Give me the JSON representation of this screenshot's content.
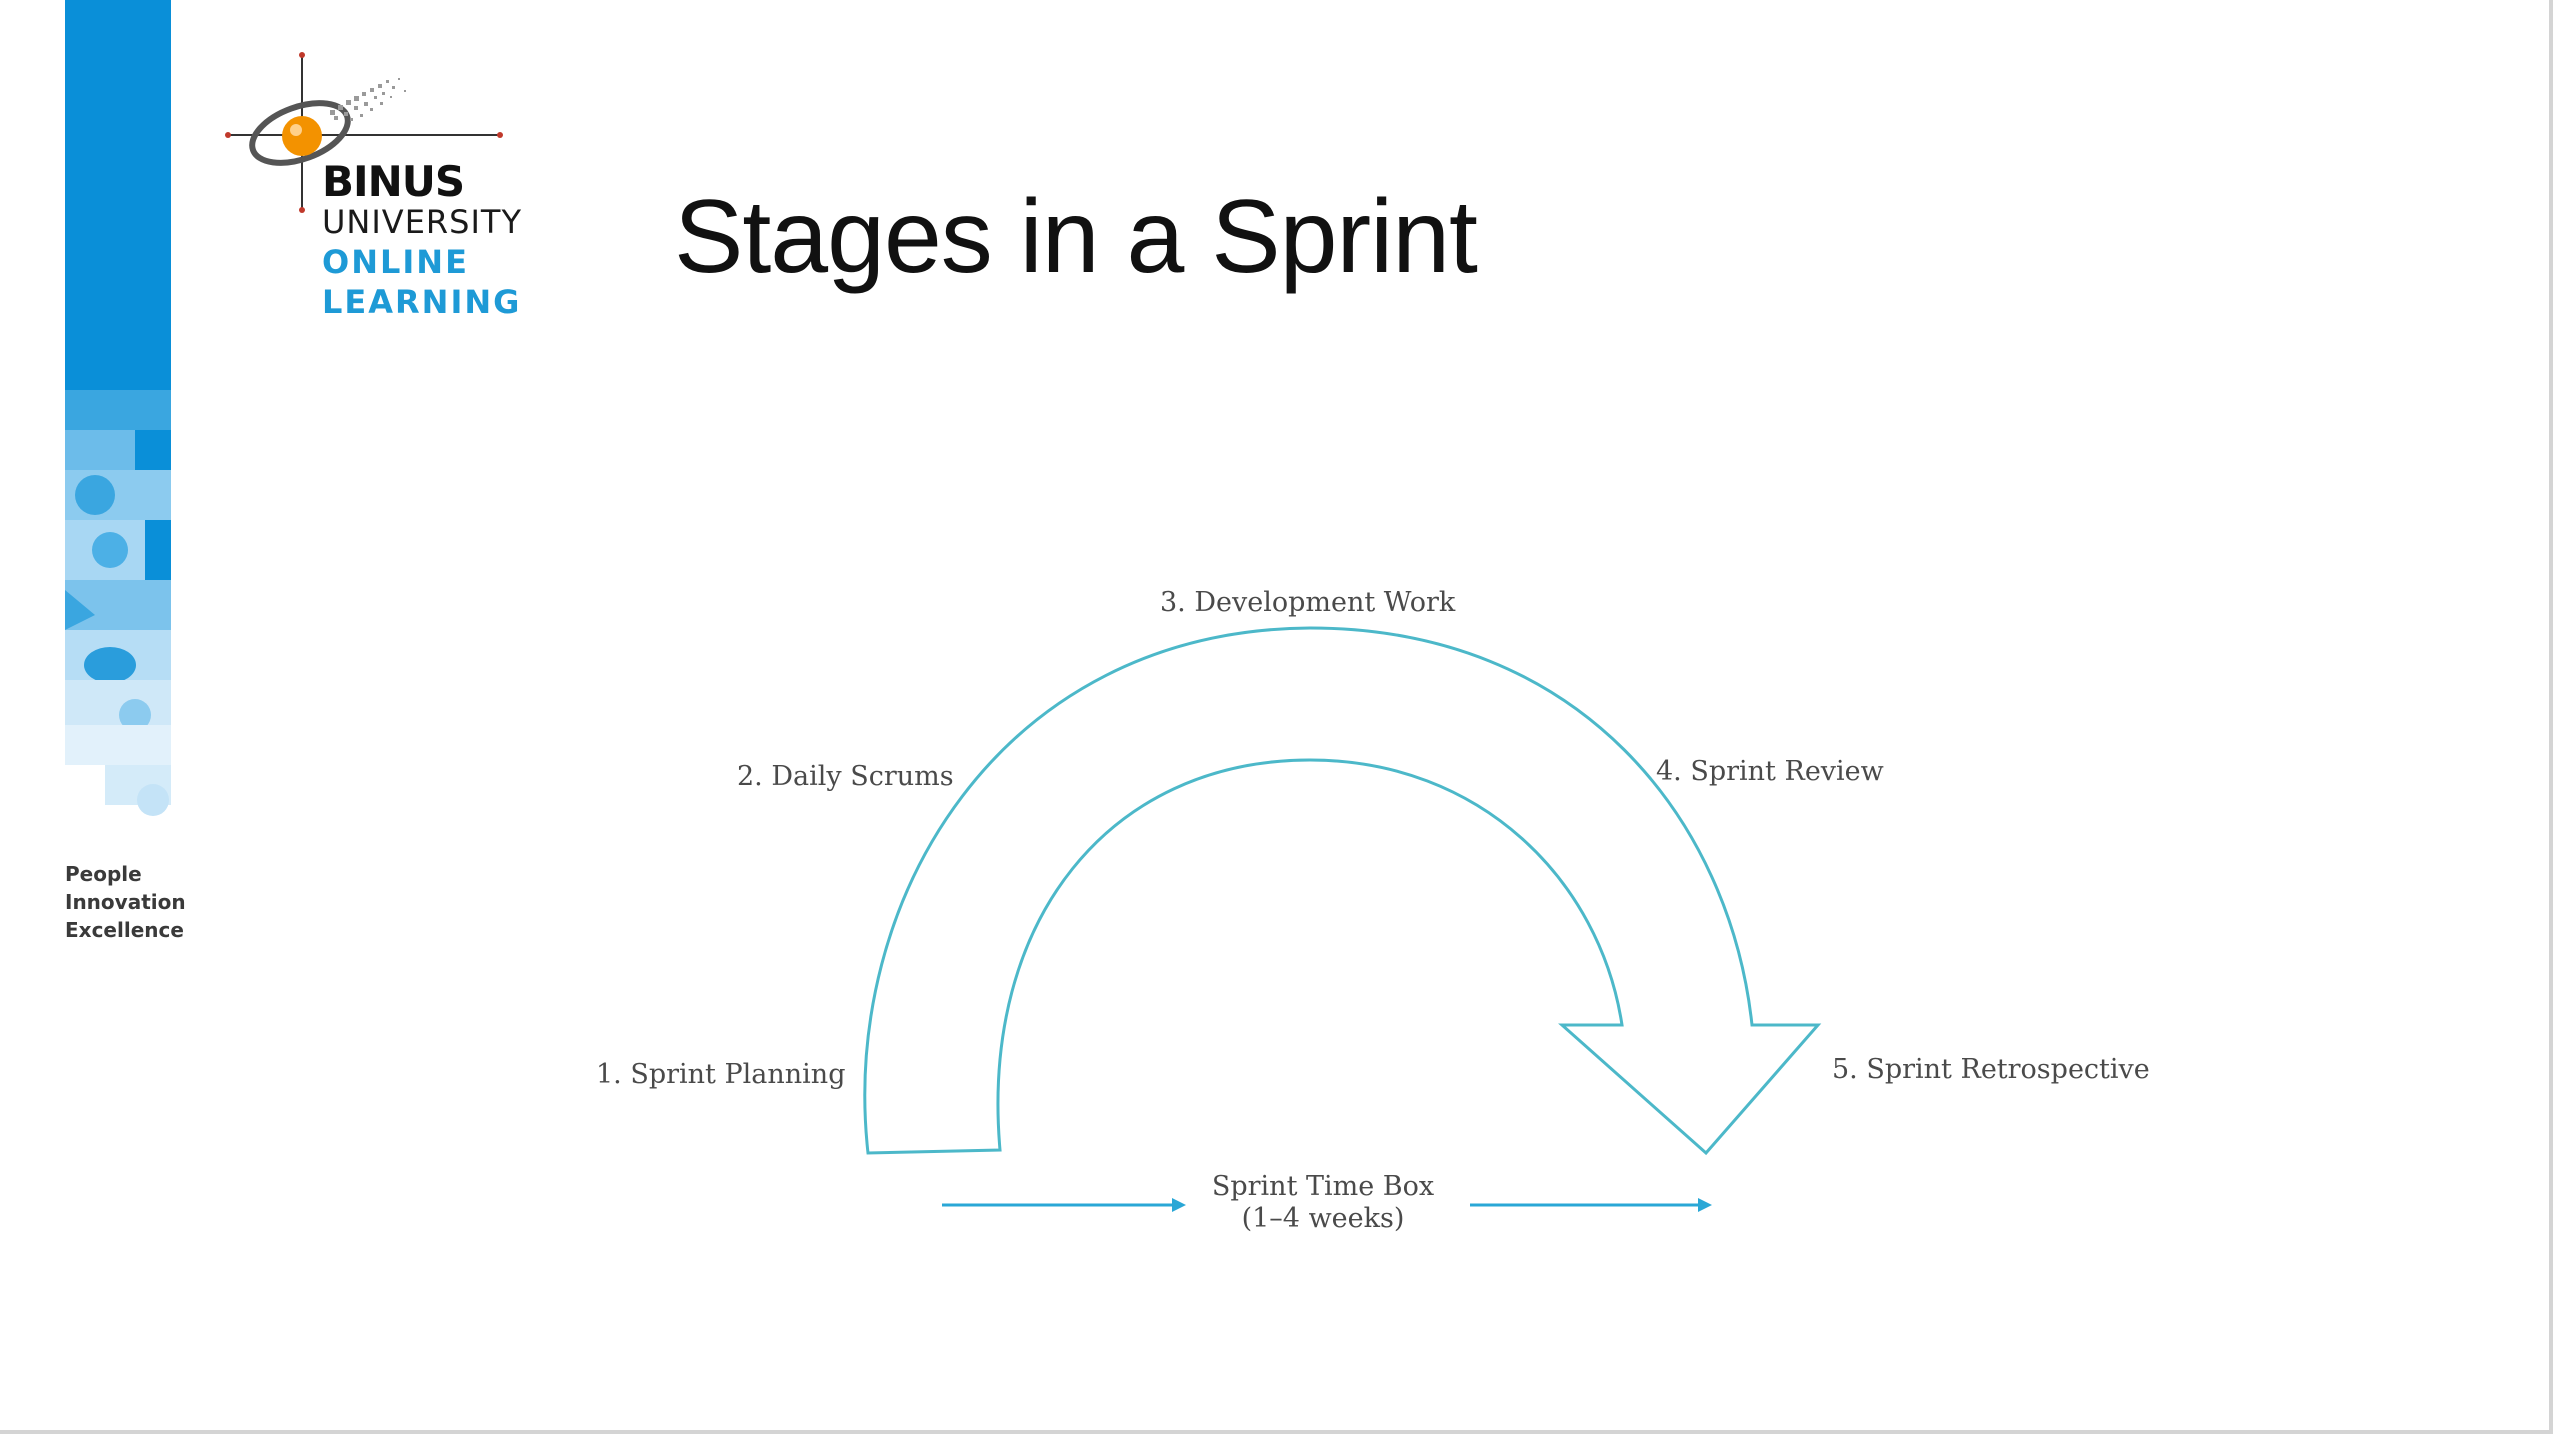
{
  "slide": {
    "title": "Stages in a Sprint",
    "logo": {
      "brand": "BINUS",
      "line2": "UNIVERSITY",
      "line3": "ONLINE",
      "line4": "LEARNING"
    },
    "tagline": [
      "People",
      "Innovation",
      "Excellence"
    ]
  },
  "diagram": {
    "stages": [
      "1. Sprint Planning",
      "2. Daily Scrums",
      "3. Development Work",
      "4. Sprint Review",
      "5. Sprint Retrospective"
    ],
    "timebox": {
      "line1": "Sprint Time Box",
      "line2": "(1–4 weeks)"
    }
  },
  "colors": {
    "accent_blue": "#1e9ad6",
    "arc_stroke": "#4cb8c9",
    "timebox_arrow": "#2aa7d6",
    "logo_orange": "#f39200"
  },
  "icons": [
    "binus-logo-icon",
    "arrow-right-icon"
  ]
}
